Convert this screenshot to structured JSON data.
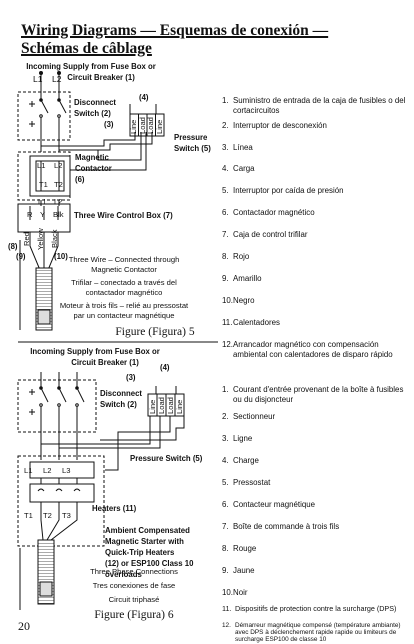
{
  "header": {
    "title_line1": "Wiring Diagrams — Esquemas de conexión —",
    "title_line2": "Schémas de câblage"
  },
  "figure5": {
    "supply_line1": "Incoming Supply from Fuse Box or",
    "supply_line2": "Circuit Breaker (1)",
    "l1": "L1",
    "l2": "L2",
    "disconnect_line1": "Disconnect",
    "disconnect_line2": "Switch (2)",
    "callout3": "(3)",
    "callout4": "(4)",
    "pressure_line1": "Pressure",
    "pressure_line2": "Switch (5)",
    "pressure_terms": [
      "Line",
      "Load",
      "Load",
      "Line"
    ],
    "contactor_line1": "Magnetic",
    "contactor_line2": "Contactor",
    "contactor_line3": "(6)",
    "contactor_l1": "L1",
    "contactor_l2": "L2",
    "contactor_t1": "T1",
    "contactor_t2": "T2",
    "box_l1": "L1",
    "box_l2": "L2",
    "box_r": "R",
    "box_y": "Y",
    "box_blk": "Blk",
    "control_box": "Three Wire Control Box (7)",
    "wire_colors": [
      "Red",
      "Yellow",
      "Black"
    ],
    "callout8": "(8)",
    "callout9": "(9)",
    "callout10": "(10)",
    "caption_en_1": "Three Wire – Connected through",
    "caption_en_2": "Magnetic Contactor",
    "caption_es_1": "Trifilar – conectado a través del",
    "caption_es_2": "contactador magnético",
    "caption_fr_1": "Moteur à trois fils – relié au pressostat",
    "caption_fr_2": "par un contacteur magnétique",
    "figure_label": "Figure (Figura) 5"
  },
  "figure6": {
    "supply_line1": "Incoming Supply from Fuse Box or",
    "supply_line2": "Circuit Breaker (1)",
    "callout3": "(3)",
    "callout4": "(4)",
    "disconnect_line1": "Disconnect",
    "disconnect_line2": "Switch (2)",
    "pressure_terms": [
      "Line",
      "Load",
      "Load",
      "Line"
    ],
    "pressure_label": "Pressure Switch (5)",
    "starter_l1": "L1",
    "starter_l2": "L2",
    "starter_l3": "L3",
    "starter_t1": "T1",
    "starter_t2": "T2",
    "starter_t3": "T3",
    "heaters": "Heaters (11)",
    "ambient_1": "Ambient Compensated",
    "ambient_2": "Magnetic Starter with",
    "ambient_3": "Quick-Trip Heaters",
    "ambient_4": "(12) or ESP100 Class 10",
    "ambient_5": "overloads",
    "caption_1": "Three Phase Connections",
    "caption_2": "Tres conexiones de fase",
    "caption_3": "Circuit triphasé",
    "figure_label": "Figure (Figura) 6"
  },
  "legend_es": [
    {
      "n": "1.",
      "text": "Suministro de entrada de la caja de fusibles o del cortacircuitos"
    },
    {
      "n": "2.",
      "text": "Interruptor de desconexión"
    },
    {
      "n": "3.",
      "text": "Línea"
    },
    {
      "n": "4.",
      "text": "Carga"
    },
    {
      "n": "5.",
      "text": "Interruptor por caída de presión"
    },
    {
      "n": "6.",
      "text": "Contactador magnético"
    },
    {
      "n": "7.",
      "text": "Caja de control trifilar"
    },
    {
      "n": "8.",
      "text": "Rojo"
    },
    {
      "n": "9.",
      "text": "Amarillo"
    },
    {
      "n": "10.",
      "text": "Negro"
    },
    {
      "n": "11.",
      "text": "Calentadores"
    },
    {
      "n": "12.",
      "text": "Arrancador magnético con compensación ambiental con calentadores de disparo rápido"
    }
  ],
  "legend_fr": [
    {
      "n": "1.",
      "text": "Courant d'entrée provenant de la boîte à fusibles ou du disjoncteur"
    },
    {
      "n": "2.",
      "text": "Sectionneur"
    },
    {
      "n": "3.",
      "text": "Ligne"
    },
    {
      "n": "4.",
      "text": "Charge"
    },
    {
      "n": "5.",
      "text": "Pressostat"
    },
    {
      "n": "6.",
      "text": "Contacteur magnétique"
    },
    {
      "n": "7.",
      "text": "Boîte de commande à trois fils"
    },
    {
      "n": "8.",
      "text": "Rouge"
    },
    {
      "n": "9.",
      "text": "Jaune"
    },
    {
      "n": "10.",
      "text": "Noir"
    },
    {
      "n": "11.",
      "text": "Dispositifs de protection contre la surcharge (DPS)"
    },
    {
      "n": "12.",
      "text": "Démarreur magnétique compensé (température ambiante) avec DPS à déclenchement rapide rapide ou limiteurs de surcharge ESP100 de classe 10"
    }
  ],
  "page_number": "20"
}
